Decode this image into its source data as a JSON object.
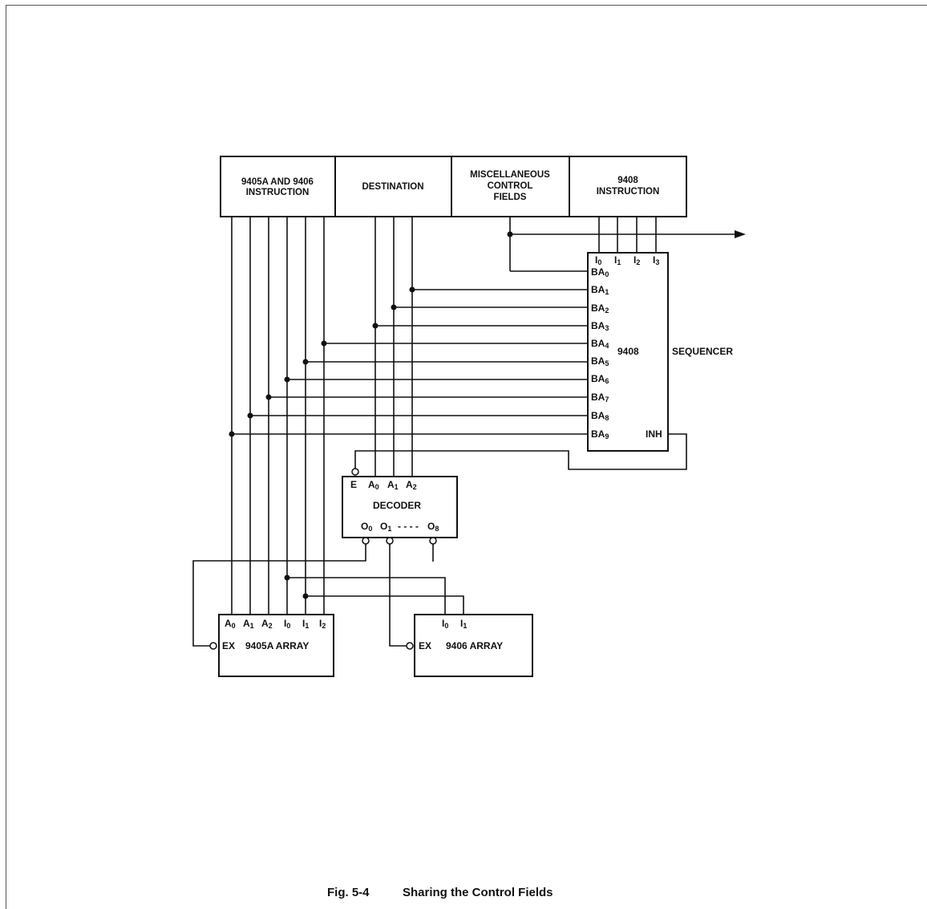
{
  "instruction_register": {
    "fields": [
      {
        "line1": "9405A AND 9406",
        "line2": "INSTRUCTION"
      },
      {
        "line1": "DESTINATION"
      },
      {
        "line1": "MISCELLANEOUS",
        "line2": "CONTROL",
        "line3": "FIELDS"
      },
      {
        "line1": "9408",
        "line2": "INSTRUCTION"
      }
    ]
  },
  "sequencer": {
    "center_label": "9408",
    "side_label": "SEQUENCER",
    "inputs_top": [
      {
        "base": "I",
        "sub": "0"
      },
      {
        "base": "I",
        "sub": "1"
      },
      {
        "base": "I",
        "sub": "2"
      },
      {
        "base": "I",
        "sub": "3"
      }
    ],
    "ba_pins": [
      {
        "base": "BA",
        "sub": "0"
      },
      {
        "base": "BA",
        "sub": "1"
      },
      {
        "base": "BA",
        "sub": "2"
      },
      {
        "base": "BA",
        "sub": "3"
      },
      {
        "base": "BA",
        "sub": "4"
      },
      {
        "base": "BA",
        "sub": "5"
      },
      {
        "base": "BA",
        "sub": "6"
      },
      {
        "base": "BA",
        "sub": "7"
      },
      {
        "base": "BA",
        "sub": "8"
      },
      {
        "base": "BA",
        "sub": "9"
      }
    ],
    "inh_label": "INH"
  },
  "decoder": {
    "label": "DECODER",
    "enable": "E",
    "inputs": [
      {
        "base": "A",
        "sub": "0"
      },
      {
        "base": "A",
        "sub": "1"
      },
      {
        "base": "A",
        "sub": "2"
      }
    ],
    "out0": {
      "base": "O",
      "sub": "0"
    },
    "out1": {
      "base": "O",
      "sub": "1"
    },
    "dashes": "- - - -",
    "out8": {
      "base": "O",
      "sub": "8"
    }
  },
  "array_9405a": {
    "label": "9405A ARRAY",
    "ex": "EX",
    "pins": [
      {
        "base": "A",
        "sub": "0"
      },
      {
        "base": "A",
        "sub": "1"
      },
      {
        "base": "A",
        "sub": "2"
      },
      {
        "base": "I",
        "sub": "0"
      },
      {
        "base": "I",
        "sub": "1"
      },
      {
        "base": "I",
        "sub": "2"
      }
    ]
  },
  "array_9406": {
    "label": "9406 ARRAY",
    "ex": "EX",
    "pins": [
      {
        "base": "I",
        "sub": "0"
      },
      {
        "base": "I",
        "sub": "1"
      }
    ]
  },
  "caption": {
    "fig": "Fig. 5-4",
    "title": "Sharing the Control Fields"
  }
}
